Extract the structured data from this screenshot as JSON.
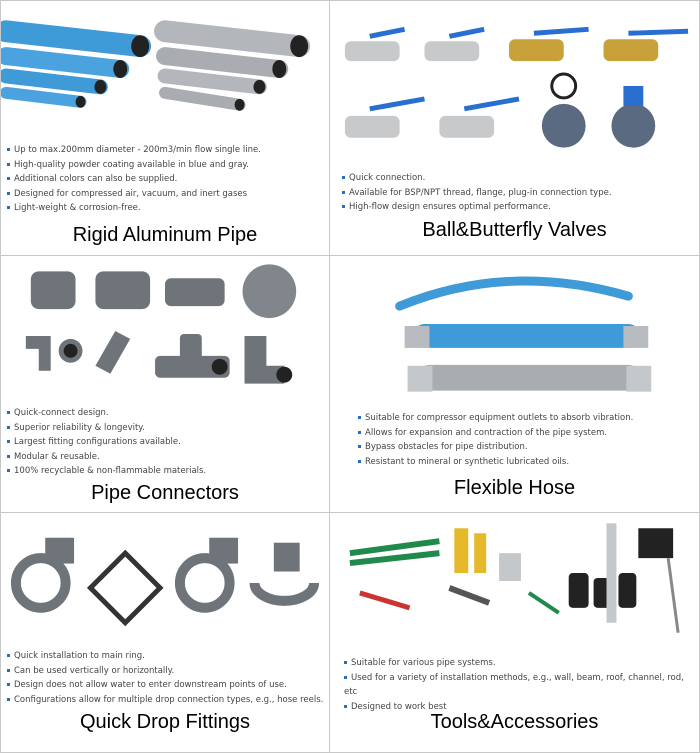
{
  "products": [
    {
      "title": "Rigid Aluminum Pipe",
      "image": "aluminum-pipes",
      "features": [
        "Up to max.200mm diameter - 200m3/min flow single line.",
        "High-quality powder coating available in blue and gray.",
        "Additional colors can also be supplied.",
        "Designed for compressed air, vacuum, and inert gases",
        "Light-weight & corrosion-free."
      ]
    },
    {
      "title": "Ball&Butterfly Valves",
      "image": "valves",
      "features": [
        "Quick connection.",
        "Available for BSP/NPT thread, flange, plug-in connection type.",
        "High-flow design ensures optimal performance."
      ]
    },
    {
      "title": "Pipe Connectors",
      "image": "pipe-connectors",
      "features": [
        "Quick-connect design.",
        "Superior reliability & longevity.",
        "Largest fitting configurations available.",
        "Modular & reusable.",
        "100% recyclable & non-flammable materials."
      ]
    },
    {
      "title": "Flexible Hose",
      "image": "flexible-hoses",
      "features": [
        "Suitable for compressor equipment outlets to absorb vibration.",
        "Allows for expansion and contraction of the pipe system.",
        "Bypass obstacles for pipe distribution.",
        "Resistant to mineral or synthetic lubricated oils."
      ]
    },
    {
      "title": "Quick Drop Fittings",
      "image": "drop-fittings",
      "features": [
        "Quick installation to main ring.",
        "Can be used vertically or horizontally.",
        "Design does not allow water to enter downstream points of use.",
        "Configurations allow for multiple drop connection types, e.g., hose reels."
      ]
    },
    {
      "title": "Tools&Accessories",
      "image": "tools",
      "features": [
        "Suitable for various pipe systems.",
        "Used for a variety of installation methods, e.g., wall, beam, roof, channel, rod, etc",
        "Designed to work best"
      ]
    }
  ],
  "colors": {
    "blue_pipe": "#3f9ad8",
    "gray_pipe": "#a9adb1",
    "connector_gray": "#6e747a",
    "bullet": "#2a6fb5"
  }
}
